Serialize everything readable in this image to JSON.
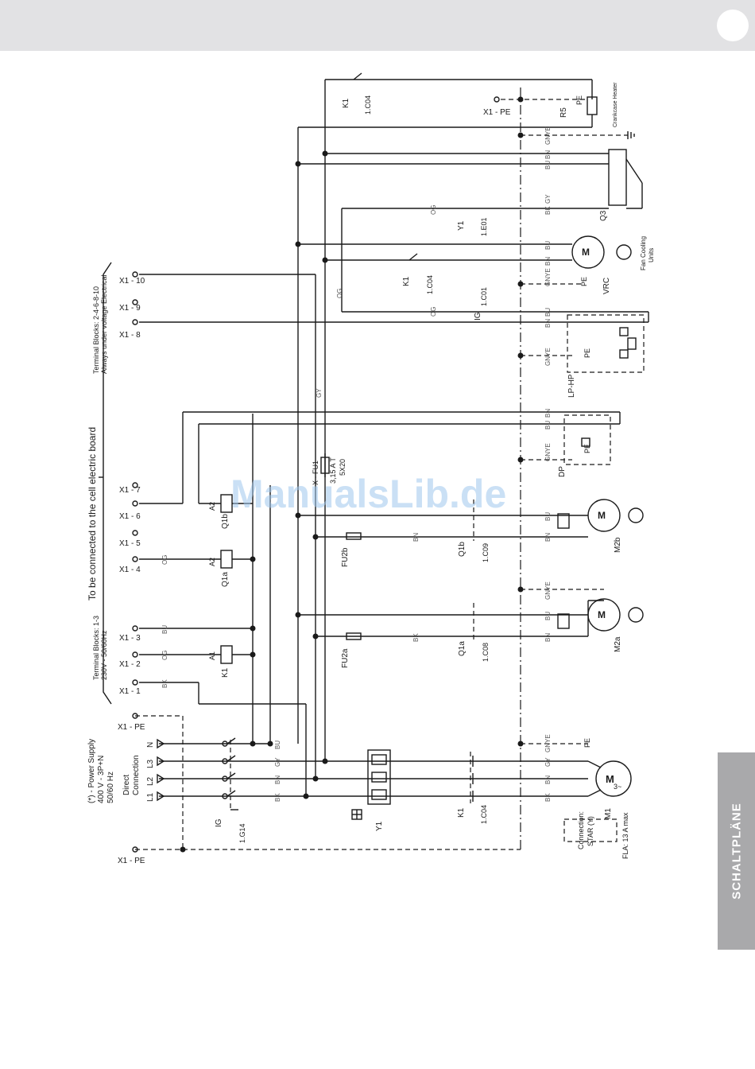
{
  "header": {
    "background": "#e2e2e4"
  },
  "side_tab": {
    "label": "SCHALTPLÄNE",
    "color": "#a9a9ab"
  },
  "watermark": "ManualsLib.de",
  "notes": {
    "power_supply": [
      "(*) - Power Supply",
      "400 V - 3P+N",
      "50/60 Hz"
    ],
    "direct_connection": [
      "Direct",
      "Connection"
    ],
    "board": "To be connected to the cell electric board",
    "tb_13": [
      "Terminal Blocks: 1-3",
      "230V - 50/60Hz"
    ],
    "tb_2_10": [
      "Terminal Blocks: 2-4-6-8-10",
      "Always under voltage Electrical"
    ],
    "star": [
      "Connection:",
      "STAR (Y)"
    ],
    "fla": "FLA: 13 A max",
    "crankcase": "Crankcase Heater",
    "fan_units": [
      "Fan Cooling",
      "Units"
    ],
    "fuse": [
      "X - FU1",
      "3,15 A T",
      "5X20"
    ]
  },
  "terminals": {
    "x1_10": "X1 - 10",
    "x1_9": "X1 - 9",
    "x1_8": "X1 - 8",
    "x1_7": "X1 - 7",
    "x1_6": "X1 - 6",
    "x1_5": "X1 - 5",
    "x1_4": "X1 - 4",
    "x1_3": "X1 - 3",
    "x1_2": "X1 - 2",
    "x1_1": "X1 - 1",
    "x1_pe": "X1 - PE"
  },
  "supply_phases": [
    "N",
    "L3",
    "L2",
    "L1"
  ],
  "components": {
    "ig": "IG",
    "ig_ref": "1.G14",
    "ig_ref2": "1.C01",
    "y1": "Y1",
    "y1_ref": "1.E01",
    "k1": "K1",
    "k1_ref": "1.C04",
    "q1a": "Q1a",
    "q1a_ref": "1.C08",
    "q1b": "Q1b",
    "q1b_ref": "1.C09",
    "fu2a": "FU2a",
    "fu2b": "FU2b",
    "m1": "M1",
    "m2a": "M2a",
    "m2b": "M2b",
    "vrc": "VRC",
    "dp": "DP",
    "lphp": "LP-HP",
    "r5": "R5",
    "q3": "Q3",
    "pe": "PE",
    "a1": "A1",
    "a2": "A2"
  },
  "wire_colors": [
    "BK",
    "BN",
    "GY",
    "BU",
    "GNYE",
    "OG"
  ]
}
